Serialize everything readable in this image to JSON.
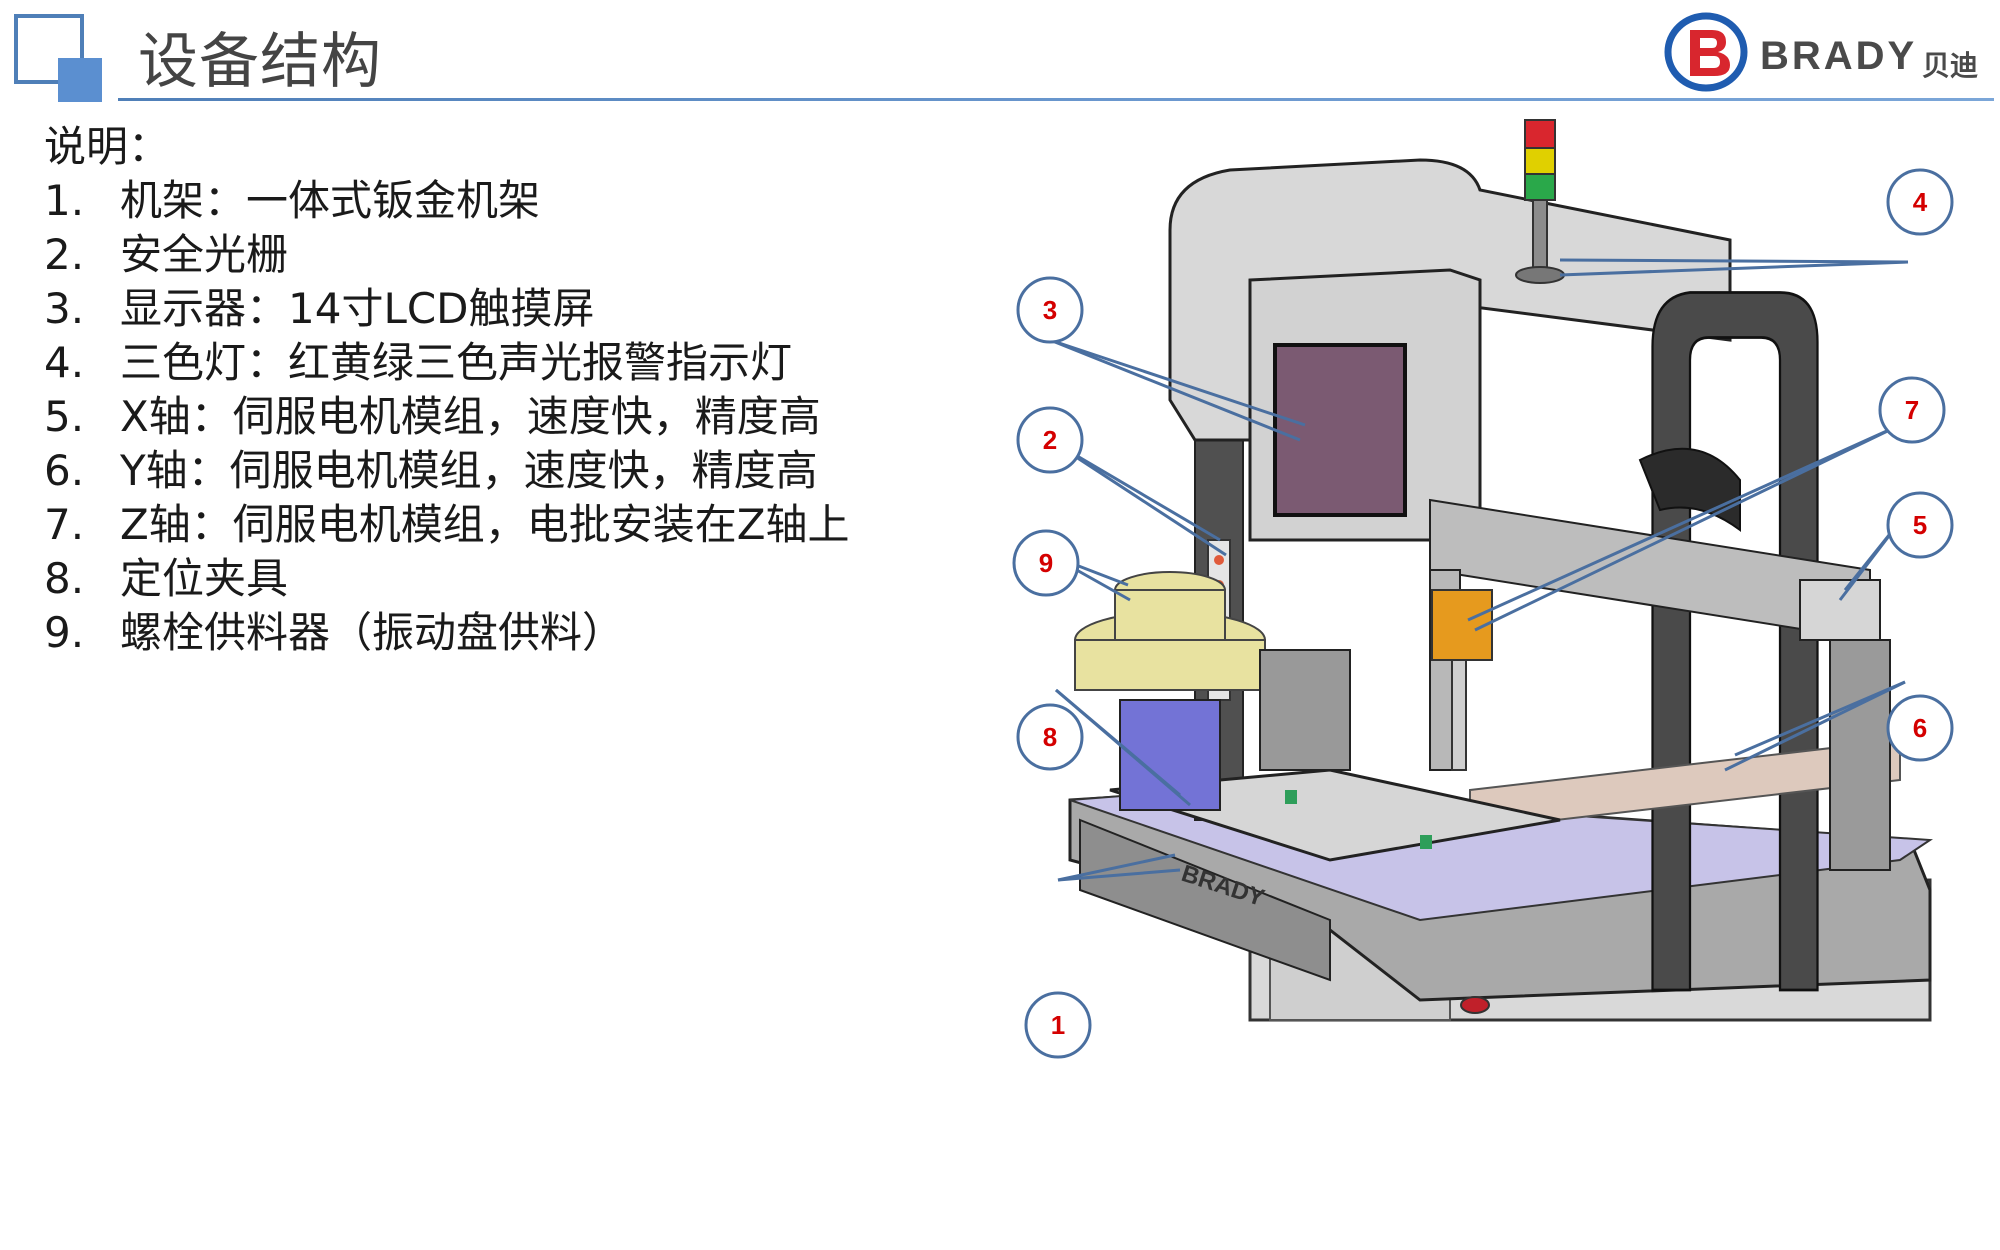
{
  "title": "设备结构",
  "logo": {
    "text": "BRADY",
    "cn": "贝迪"
  },
  "description": {
    "heading": "说明：",
    "items": [
      {
        "num": "1.",
        "text": "机架：一体式钣金机架"
      },
      {
        "num": "2.",
        "text": "安全光栅"
      },
      {
        "num": "3.",
        "text": "显示器：14寸LCD触摸屏"
      },
      {
        "num": "4.",
        "text": "三色灯：红黄绿三色声光报警指示灯"
      },
      {
        "num": "5.",
        "text": "X轴：伺服电机模组，速度快，精度高"
      },
      {
        "num": "6.",
        "text": "Y轴：伺服电机模组，速度快，精度高"
      },
      {
        "num": "7.",
        "text": "Z轴：伺服电机模组，电批安装在Z轴上"
      },
      {
        "num": "8.",
        "text": "定位夹具"
      },
      {
        "num": "9.",
        "text": "螺栓供料器（振动盘供料）"
      }
    ]
  },
  "callouts": [
    "1",
    "2",
    "3",
    "4",
    "5",
    "6",
    "7",
    "8",
    "9"
  ],
  "machine_label": "BRADY",
  "colors": {
    "accent": "#4f7fb8",
    "callout_text": "#d40000",
    "callout_stroke": "#4a6fa0"
  }
}
